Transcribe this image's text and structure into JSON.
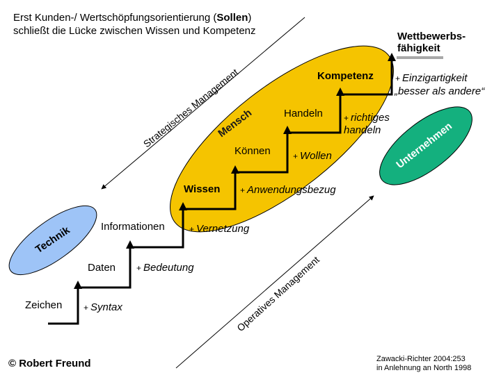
{
  "header": {
    "line1_pre": "Erst Kunden-/ Wertschöpfungsorientierung (",
    "line1_bold": "Sollen",
    "line1_post": ")",
    "line2": "schließt die Lücke zwischen Wissen und Kompetenz"
  },
  "ellipses": {
    "technik": "Technik",
    "mensch": "Mensch",
    "unternehmen": "Unternehmen"
  },
  "diagonals": {
    "strategisches": "Strategisches Management",
    "operatives": "Operatives Management"
  },
  "steps": {
    "zeichen": "Zeichen",
    "daten": "Daten",
    "informationen": "Informationen",
    "wissen": "Wissen",
    "koennen": "Können",
    "handeln": "Handeln",
    "kompetenz": "Kompetenz"
  },
  "increments": {
    "syntax_plus": "+",
    "syntax": "Syntax",
    "bedeutung_plus": "+",
    "bedeutung": "Bedeutung",
    "vernetzung_plus": "+",
    "vernetzung": "Vernetzung",
    "anwendungsbezug_plus": "+",
    "anwendungsbezug": "Anwendungsbezug",
    "wollen_plus": "+",
    "wollen": "Wollen",
    "richtiges_plus": "+",
    "richtiges": "richtiges",
    "handeln2": "handeln",
    "einzigartigkeit_plus": "+",
    "einzigartigkeit": "Einzigartigkeit",
    "besser": "„besser als andere“"
  },
  "wettbewerb": {
    "line1": "Wettbewerbs-",
    "line2": "fähigkeit"
  },
  "footer": {
    "copyright": "© Robert Freund",
    "source1": "Zawacki-Richter 2004:253",
    "source2": "in Anlehnung an North 1998"
  },
  "colors": {
    "mensch_fill": "#f5c400",
    "technik_fill": "#9ec4f7",
    "unternehmen_fill": "#14b07e",
    "bar_gray": "#a8a8a8"
  }
}
